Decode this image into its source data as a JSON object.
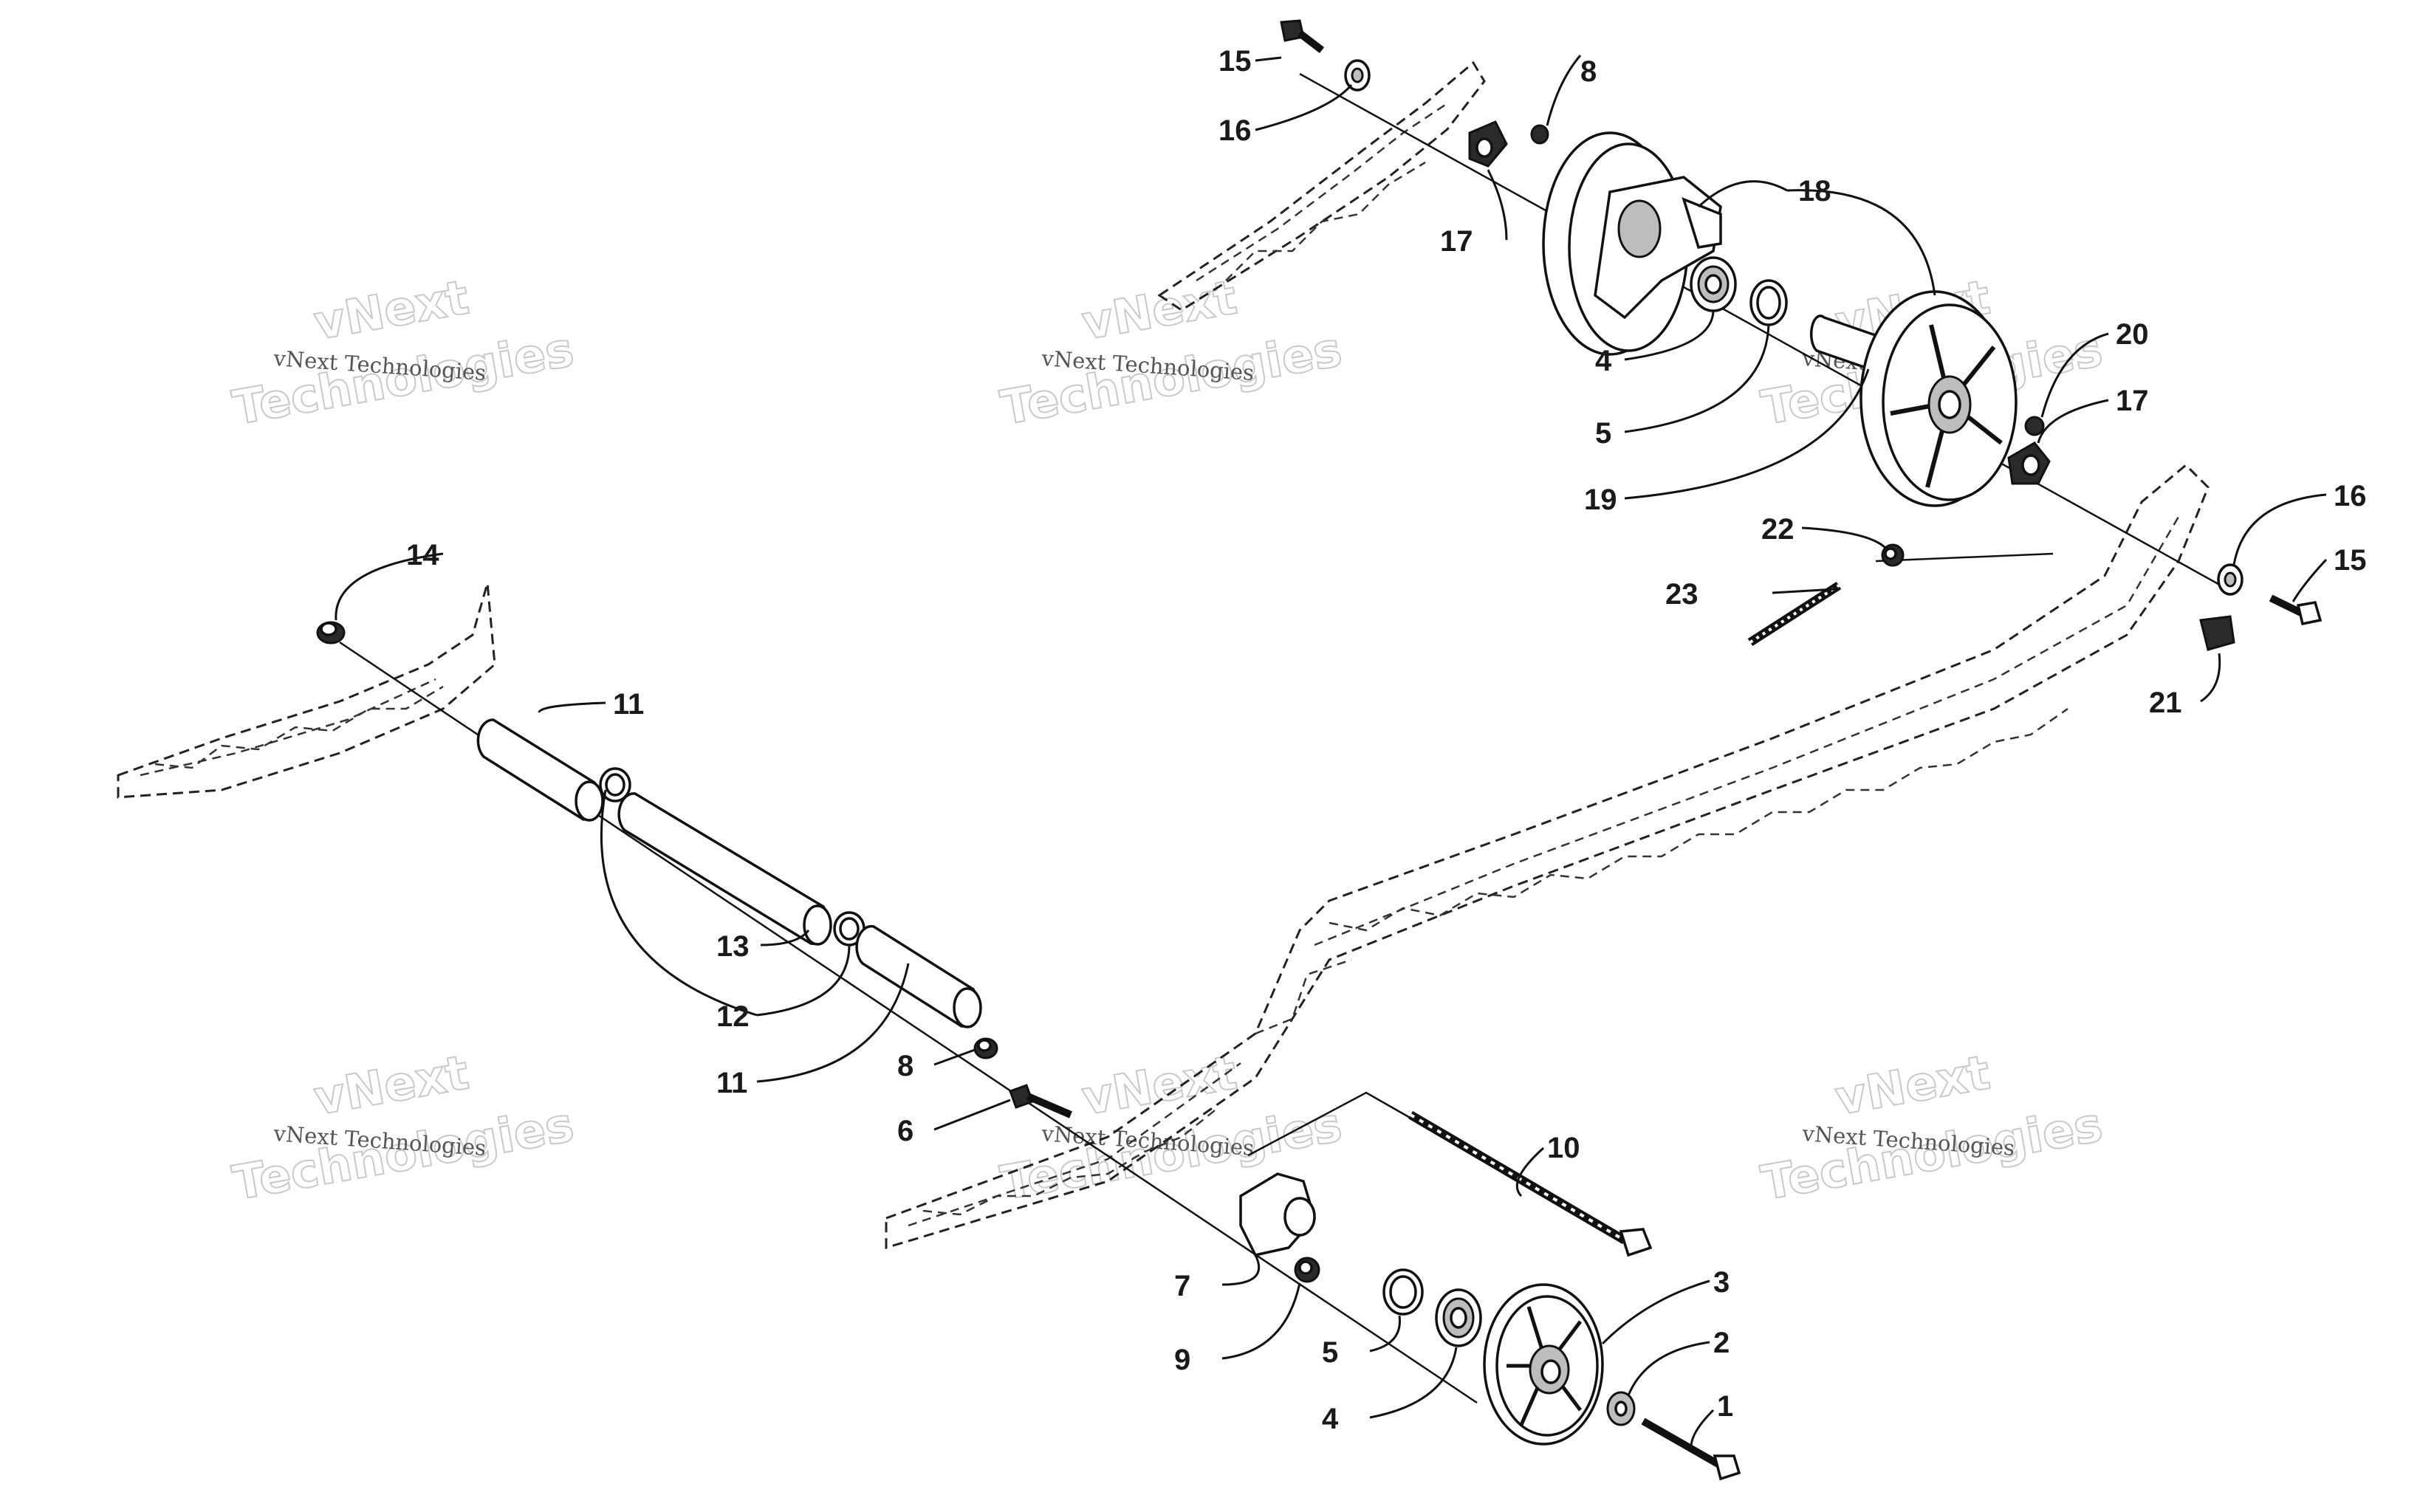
{
  "watermark": {
    "small_text": "vNext Technologies",
    "big_line1": "vNext",
    "big_line2": "Technologies"
  },
  "labels": {
    "l1": "1",
    "l2": "2",
    "l3": "3",
    "l4a": "4",
    "l4b": "4",
    "l5a": "5",
    "l5b": "5",
    "l6": "6",
    "l7": "7",
    "l8a": "8",
    "l8b": "8",
    "l9": "9",
    "l10": "10",
    "l11a": "11",
    "l11b": "11",
    "l12": "12",
    "l13": "13",
    "l14": "14",
    "l15a": "15",
    "l15b": "15",
    "l16a": "16",
    "l16b": "16",
    "l17a": "17",
    "l17b": "17",
    "l18": "18",
    "l19": "19",
    "l20": "20",
    "l21": "21",
    "l22": "22",
    "l23": "23"
  },
  "colors": {
    "line": "#111111",
    "watermark": "#c9c9c9"
  }
}
